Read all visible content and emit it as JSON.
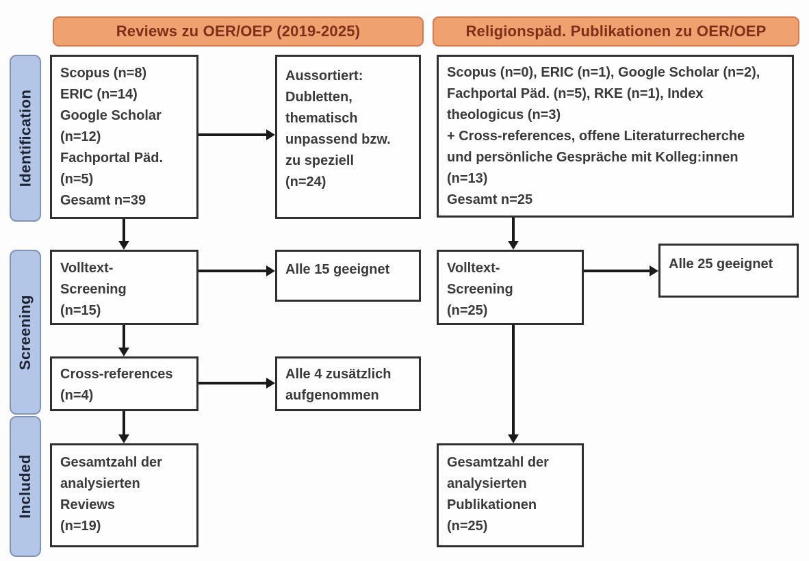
{
  "headers": {
    "left": "Reviews zu OER/OEP (2019-2025)",
    "right": "Religionspäd. Publikationen zu OER/OEP"
  },
  "stages": {
    "identification": "Identification",
    "screening": "Screening",
    "included": "Included"
  },
  "boxes": {
    "left_sources": {
      "lines": [
        "Scopus (n=8)",
        "ERIC (n=14)",
        "Google Scholar",
        "(n=12)",
        "Fachportal Päd.",
        "(n=5)",
        "Gesamt n=39"
      ]
    },
    "left_excluded": {
      "lines": [
        "Aussortiert:",
        "Dubletten,",
        "thematisch",
        "unpassend bzw.",
        "zu speziell",
        "(n=24)"
      ]
    },
    "right_sources": {
      "lines": [
        "Scopus (n=0), ERIC (n=1), Google Scholar (n=2),",
        "Fachportal Päd. (n=5), RKE (n=1), Index",
        "theologicus (n=3)",
        "+ Cross-references, offene Literaturrecherche",
        "und persönliche Gespräche mit Kolleg:innen",
        "(n=13)",
        "Gesamt n=25"
      ]
    },
    "left_fulltext": {
      "lines": [
        "Volltext-",
        "Screening",
        "(n=15)"
      ]
    },
    "left_eligible": {
      "lines": [
        "Alle 15 geeignet"
      ]
    },
    "left_crossref": {
      "lines": [
        "Cross-references",
        "(n=4)"
      ]
    },
    "left_added": {
      "lines": [
        "Alle 4 zusätzlich",
        "aufgenommen"
      ]
    },
    "left_included": {
      "lines": [
        "Gesamtzahl der",
        "analysierten",
        "Reviews",
        "(n=19)"
      ]
    },
    "right_fulltext": {
      "lines": [
        "Volltext-",
        "Screening",
        "(n=25)"
      ]
    },
    "right_eligible": {
      "lines": [
        "Alle 25 geeignet"
      ]
    },
    "right_included": {
      "lines": [
        "Gesamtzahl der",
        "analysierten",
        "Publikationen",
        "(n=25)"
      ]
    }
  },
  "colors": {
    "header_fill": "#EFA170",
    "header_border": "#D27B52",
    "header_text": "#7E2F18",
    "stage_fill": "#B3C6E7",
    "stage_border": "#8193B3",
    "stage_text": "#1C2433",
    "box_border": "#2F2F2F",
    "box_text": "#3A3A3A",
    "arrow": "#1A1A1A"
  }
}
